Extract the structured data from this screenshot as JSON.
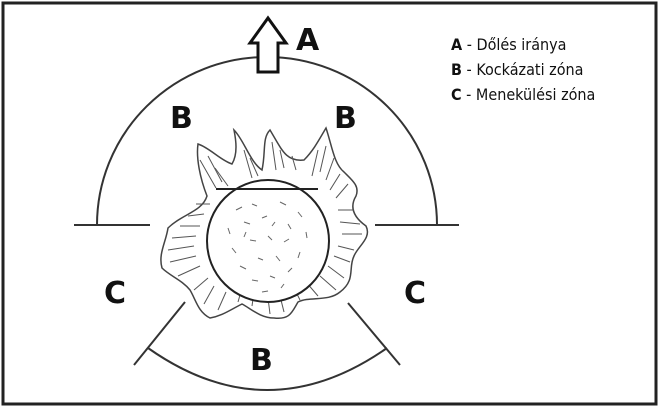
{
  "diagram": {
    "zone_labels": {
      "a": "A",
      "b_left": "B",
      "b_right": "B",
      "b_bottom": "B",
      "c_left": "C",
      "c_right": "C"
    },
    "legend": [
      {
        "key": "A",
        "separator": " - ",
        "text": "Dőlés iránya"
      },
      {
        "key": "B",
        "separator": " - ",
        "text": "Kockázati zóna"
      },
      {
        "key": "C",
        "separator": " - ",
        "text": "Menekülési zóna"
      }
    ],
    "colors": {
      "line": "#333333",
      "text": "#111111",
      "background": "#ffffff"
    }
  }
}
